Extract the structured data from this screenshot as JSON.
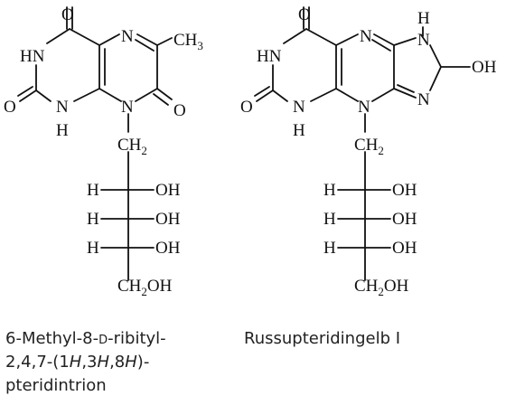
{
  "structure_1": {
    "atoms": {
      "O_top": "O",
      "N_ring_top": "N",
      "CH3": "CH",
      "CH3_sub": "3",
      "HN": "HN",
      "O_left": "O",
      "N_lower": "N",
      "N_lower_H": "H",
      "N_bridge": "N",
      "O_right": "O",
      "CH2": "CH",
      "CH2_sub": "2",
      "H1": "H",
      "OH1": "OH",
      "H2": "H",
      "OH2": "OH",
      "H3": "H",
      "OH3": "OH",
      "CH2OH": "CH",
      "CH2OH_sub": "2",
      "CH2OH_end": "OH"
    }
  },
  "structure_2": {
    "atoms": {
      "O_top": "O",
      "N_ring_top": "N",
      "NH_H": "H",
      "NH_N": "N",
      "OH_right": "OH",
      "HN": "HN",
      "O_left": "O",
      "N_lower": "N",
      "N_lower_H": "H",
      "N_bridge": "N",
      "N_five": "N",
      "CH2": "CH",
      "CH2_sub": "2",
      "H1": "H",
      "OH1": "OH",
      "H2": "H",
      "OH2": "OH",
      "H3": "H",
      "OH3": "OH",
      "CH2OH": "CH",
      "CH2OH_sub": "2",
      "CH2OH_end": "OH"
    }
  },
  "captions": {
    "left_line1_a": "6-Methyl-8-",
    "left_line1_b": "d",
    "left_line1_c": "-ribityl-",
    "left_line2_a": "2,4,7-(1",
    "left_line2_b": "H",
    "left_line2_c": ",3",
    "left_line2_d": "H",
    "left_line2_e": ",8",
    "left_line2_f": "H",
    "left_line2_g": ")-",
    "left_line3": "pteridintrion",
    "right": "Russupteridingelb I"
  }
}
